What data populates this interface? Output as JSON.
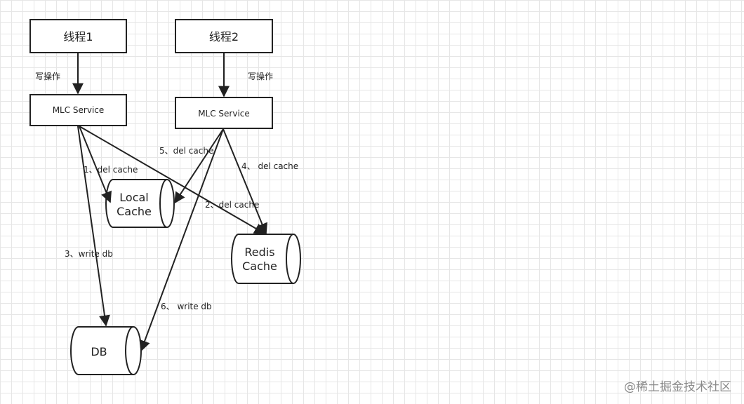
{
  "nodes": {
    "thread1": "线程1",
    "thread2": "线程2",
    "svc1": "MLC Service",
    "svc2": "MLC Service",
    "local_cache": [
      "Local",
      "Cache"
    ],
    "redis_cache": [
      "Redis",
      "Cache"
    ],
    "db": "DB"
  },
  "edge_labels": {
    "write_op_1": "写操作",
    "write_op_2": "写操作",
    "step1": "1、del cache",
    "step2": "2、del cache",
    "step3": "3、write db",
    "step4": "4、 del cache",
    "step5": "5、del cache",
    "step6": "6、 write db"
  },
  "watermark": "@稀土掘金技术社区",
  "colors": {
    "stroke": "#222222",
    "grid": "#e6e6e6",
    "watermark": "#8a8a8a"
  }
}
